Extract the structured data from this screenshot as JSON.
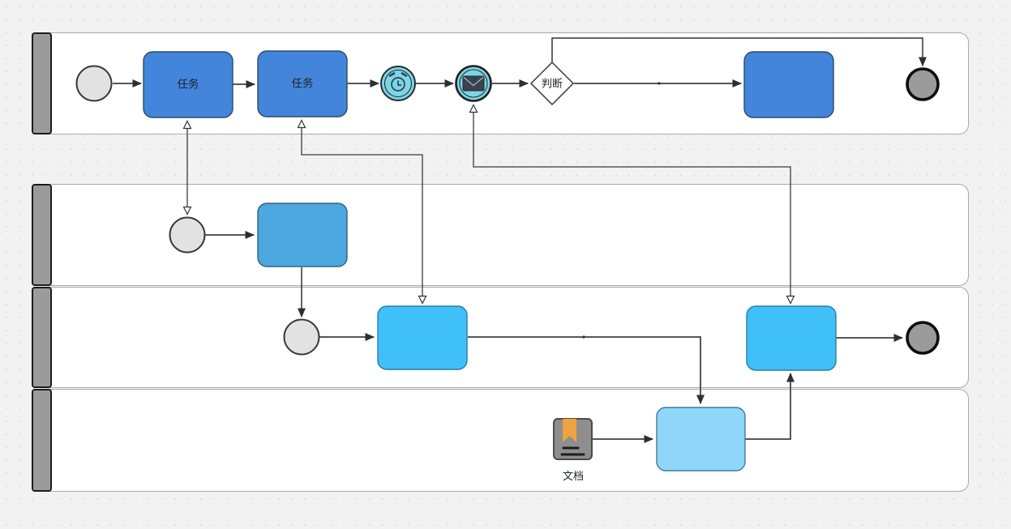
{
  "canvas": {
    "background": "#f1f2f1",
    "dot_color": "#e0e0e0"
  },
  "lanes": [
    "lane-1",
    "lane-2",
    "lane-3",
    "lane-4"
  ],
  "labels": {
    "task1": "任务",
    "task2": "任务",
    "gateway": "判断",
    "document": "文档"
  },
  "icons": {
    "timer": "timer-clock-icon",
    "message": "envelope-icon",
    "document": "bookmarked-document-icon"
  },
  "colors": {
    "lane_fill": "#ffffff",
    "lane_border": "#a9a9a9",
    "lane_header_fill": "#9b9b9b",
    "task_blue": "#4385db",
    "task_blue_border": "#2f4a63",
    "mid_blue": "#4da7e0",
    "mid_blue_border": "#33617f",
    "cyan_blue": "#40c0f8",
    "cyan_blue_border": "#2a7ca3",
    "light_blue": "#90d6fa",
    "light_blue_border": "#3a7ca0",
    "event_gray": "#e2e2e2",
    "end_gray": "#9b9b9b",
    "event_cyan": "#7bd6e7",
    "envelope_dark": "#3a424b",
    "doc_gray": "#8e8e8e",
    "bookmark_orange": "#eda33f",
    "flow_gray": "#565656",
    "flow_dark": "#333333",
    "gateway_fill": "#ffffff"
  }
}
